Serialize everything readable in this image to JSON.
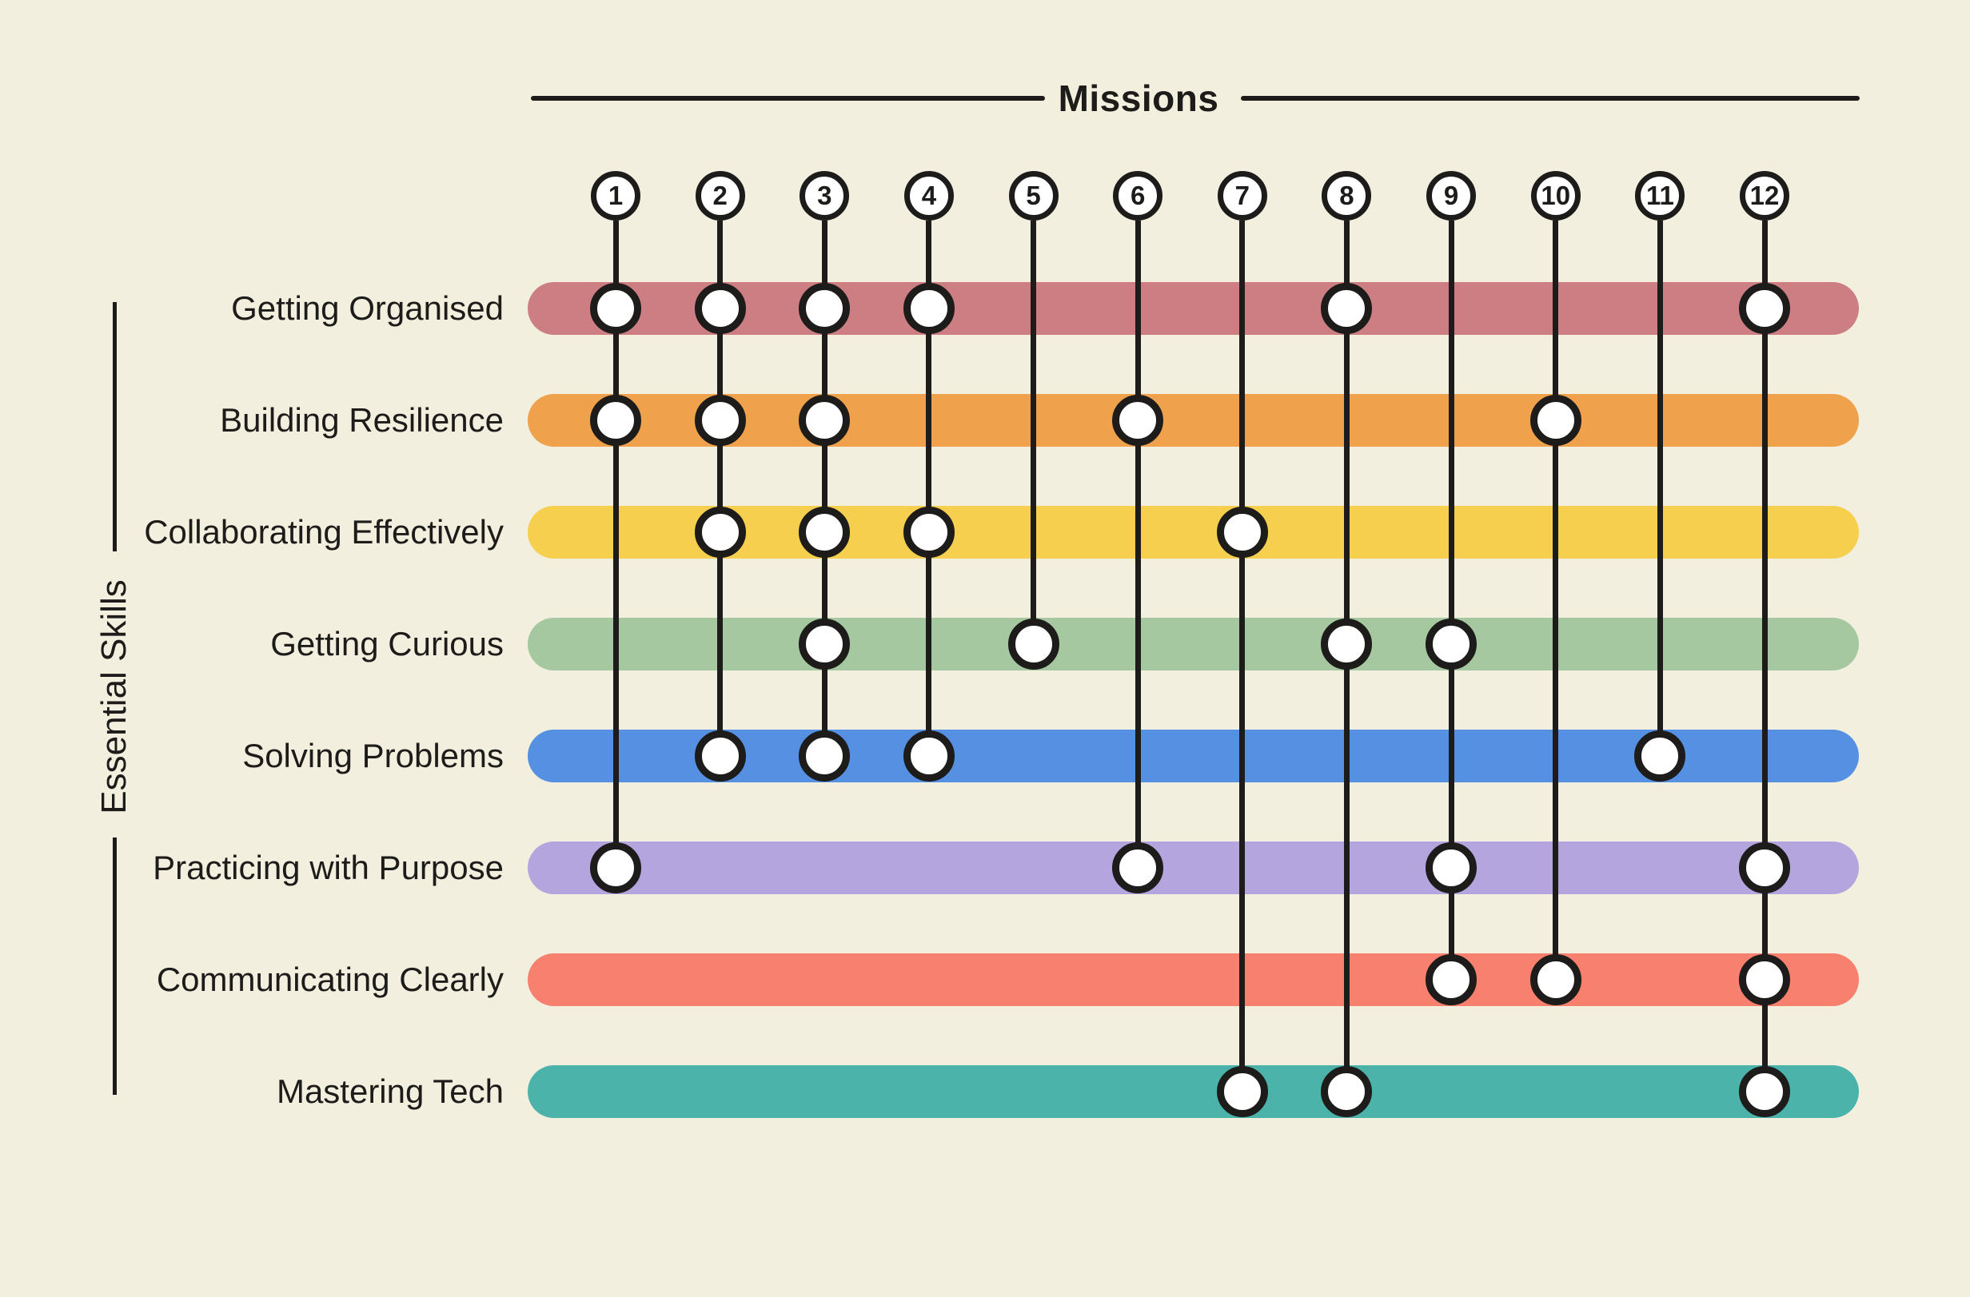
{
  "title": "Missions",
  "side_label": "Essential Skills",
  "missions": [
    "1",
    "2",
    "3",
    "4",
    "5",
    "6",
    "7",
    "8",
    "9",
    "10",
    "11",
    "12"
  ],
  "skills": [
    {
      "label": "Getting Organised",
      "color": "#cd7e83",
      "missions": [
        1,
        2,
        3,
        4,
        8,
        12
      ]
    },
    {
      "label": "Building Resilience",
      "color": "#f0a14c",
      "missions": [
        1,
        2,
        3,
        6,
        10
      ]
    },
    {
      "label": "Collaborating Effectively",
      "color": "#f6cf4f",
      "missions": [
        2,
        3,
        4,
        7
      ]
    },
    {
      "label": "Getting Curious",
      "color": "#a5c8a1",
      "missions": [
        3,
        5,
        8,
        9
      ]
    },
    {
      "label": "Solving Problems",
      "color": "#5590e2",
      "missions": [
        2,
        3,
        4,
        11
      ]
    },
    {
      "label": "Practicing with Purpose",
      "color": "#b4a5df",
      "missions": [
        1,
        6,
        9,
        12
      ]
    },
    {
      "label": "Communicating Clearly",
      "color": "#f7806f",
      "missions": [
        9,
        10,
        12
      ]
    },
    {
      "label": "Mastering Tech",
      "color": "#4bb3a9",
      "missions": [
        7,
        8,
        12
      ]
    }
  ],
  "colors": {
    "background": "#f2efde",
    "ink": "#1d1c1a",
    "node_fill": "#ffffff"
  },
  "chart_data": {
    "type": "scatter",
    "title": "Missions",
    "xlabel": "Missions",
    "ylabel": "Essential Skills",
    "x_categories": [
      "1",
      "2",
      "3",
      "4",
      "5",
      "6",
      "7",
      "8",
      "9",
      "10",
      "11",
      "12"
    ],
    "y_categories": [
      "Getting Organised",
      "Building Resilience",
      "Collaborating Effectively",
      "Getting Curious",
      "Solving Problems",
      "Practicing with Purpose",
      "Communicating Clearly",
      "Mastering Tech"
    ],
    "series": [
      {
        "name": "Getting Organised",
        "values": [
          1,
          2,
          3,
          4,
          8,
          12
        ]
      },
      {
        "name": "Building Resilience",
        "values": [
          1,
          2,
          3,
          6,
          10
        ]
      },
      {
        "name": "Collaborating Effectively",
        "values": [
          2,
          3,
          4,
          7
        ]
      },
      {
        "name": "Getting Curious",
        "values": [
          3,
          5,
          8,
          9
        ]
      },
      {
        "name": "Solving Problems",
        "values": [
          2,
          3,
          4,
          11
        ]
      },
      {
        "name": "Practicing with Purpose",
        "values": [
          1,
          6,
          9,
          12
        ]
      },
      {
        "name": "Communicating Clearly",
        "values": [
          9,
          10,
          12
        ]
      },
      {
        "name": "Mastering Tech",
        "values": [
          7,
          8,
          12
        ]
      }
    ],
    "legend_position": "none",
    "grid": false
  }
}
